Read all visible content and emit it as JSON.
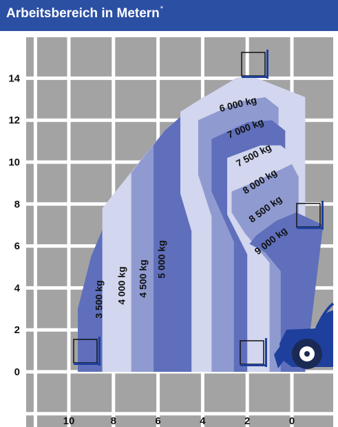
{
  "header": {
    "title": "Arbeitsbereich in Metern",
    "title_mark": "*"
  },
  "colors": {
    "header_bg": "#2b4fa3",
    "plot_bg": "#a3a3a3",
    "grid": "#ffffff",
    "zone_dark": "#5f6fbb",
    "zone_mid": "#8f9ad0",
    "zone_light": "#d2d6ee",
    "machine": "#1f3f9c"
  },
  "chart_data": {
    "type": "area",
    "title": "Arbeitsbereich in Metern",
    "xlabel": "",
    "ylabel": "",
    "xlim": [
      11.5,
      -2.2
    ],
    "ylim": [
      -2.0,
      15.3
    ],
    "x_ticks": [
      10,
      8,
      6,
      4,
      2,
      0
    ],
    "y_ticks": [
      14,
      12,
      10,
      8,
      6,
      4,
      2,
      0
    ],
    "grid": true,
    "capacity_zones": [
      {
        "label": "3 500 kg",
        "shade": "dark"
      },
      {
        "label": "4 000 kg",
        "shade": "light"
      },
      {
        "label": "4 500 kg",
        "shade": "mid"
      },
      {
        "label": "5 000 kg",
        "shade": "dark"
      },
      {
        "label": "6 000 kg",
        "shade": "light"
      },
      {
        "label": "7 000 kg",
        "shade": "mid"
      },
      {
        "label": "7 500 kg",
        "shade": "dark"
      },
      {
        "label": "8 000 kg",
        "shade": "light"
      },
      {
        "label": "8 500 kg",
        "shade": "mid"
      },
      {
        "label": "9 000 kg",
        "shade": "dark"
      }
    ]
  }
}
